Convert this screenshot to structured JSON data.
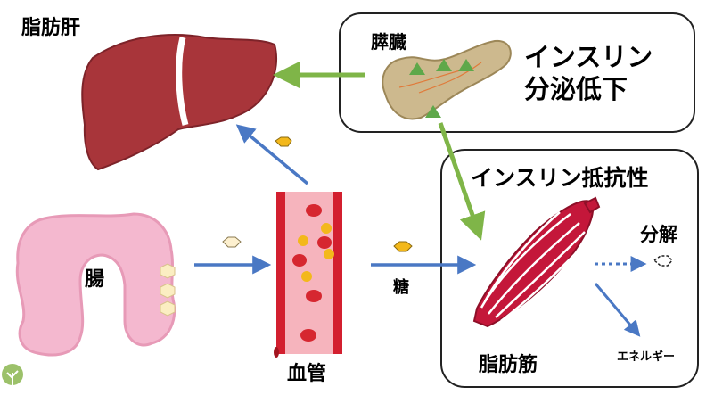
{
  "labels": {
    "fatty_liver": "脂肪肝",
    "pancreas": "膵臓",
    "insulin_secretion_line1": "インスリン",
    "insulin_secretion_line2": "分泌低下",
    "insulin_resistance": "インスリン抵抗性",
    "decomposition": "分解",
    "intestine": "腸",
    "sugar": "糖",
    "blood_vessel": "血管",
    "fatty_muscle": "脂肪筋",
    "energy": "エネルギー"
  },
  "colors": {
    "liver": "#a8353a",
    "pancreas": "#cdb98e",
    "insulin_triangle": "#5ea84a",
    "green_arrow": "#7fb548",
    "blue_arrow": "#4a78c4",
    "vessel_wall": "#d31f2f",
    "vessel_inner": "#f6b4bd",
    "red_cell": "#d62730",
    "sugar_molecule": "#f3b81b",
    "intestine": "#f4b8cf",
    "intestine_outline": "#e79ab7",
    "muscle": "#c4173a"
  },
  "icons": {
    "logo": "tree-logo-icon"
  }
}
